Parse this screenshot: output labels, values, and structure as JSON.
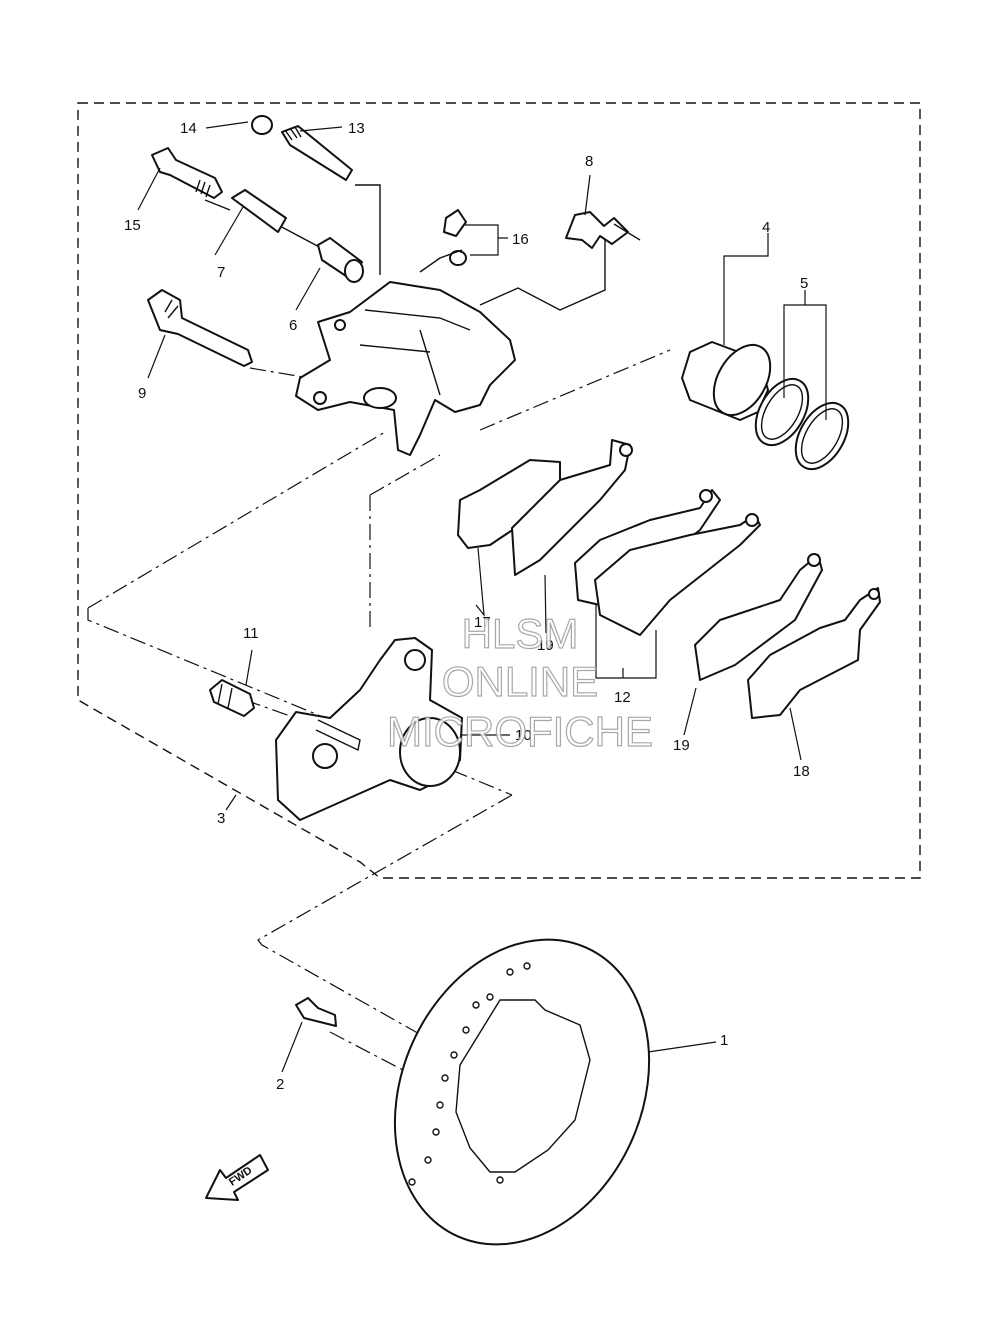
{
  "callouts": {
    "c1": "1",
    "c2": "2",
    "c3": "3",
    "c4": "4",
    "c5": "5",
    "c6": "6",
    "c7": "7",
    "c8": "8",
    "c9": "9",
    "c10": "10",
    "c11": "11",
    "c12": "12",
    "c13": "13",
    "c14": "14",
    "c15": "15",
    "c16": "16",
    "c17": "17",
    "c18": "18",
    "c19a": "19",
    "c19b": "19"
  },
  "watermark": {
    "line1": "HLSM",
    "line2": "ONLINE",
    "line3": "MICROFICHE"
  },
  "fwd_label": "FWD"
}
